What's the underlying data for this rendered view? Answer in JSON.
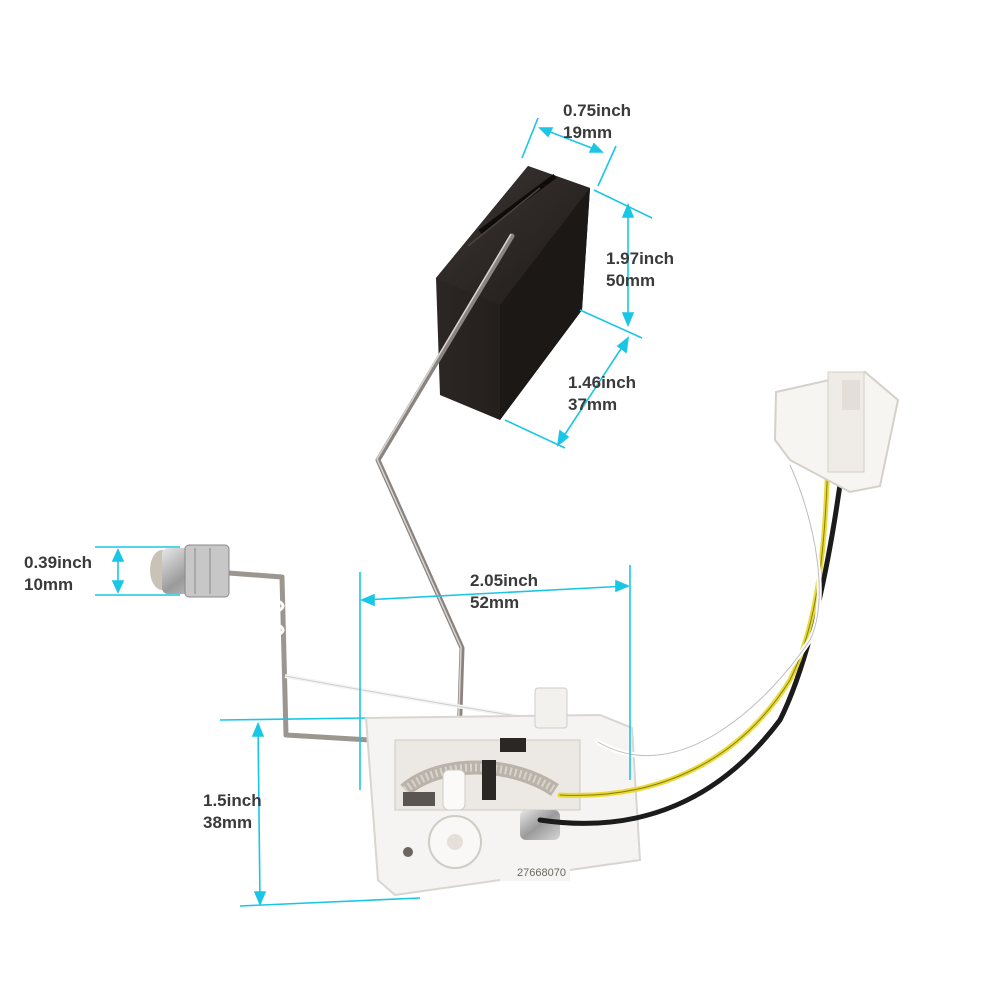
{
  "colors": {
    "dimension_line": "#19c6e6",
    "label_text": "#3a3a3a",
    "float": "#2a2522",
    "housing": "#f6f4f2"
  },
  "dimensions": {
    "float_width": {
      "inch": "0.75inch",
      "mm": "19mm"
    },
    "float_height": {
      "inch": "1.97inch",
      "mm": "50mm"
    },
    "float_depth": {
      "inch": "1.46inch",
      "mm": "37mm"
    },
    "bulb_diameter": {
      "inch": "0.39inch",
      "mm": "10mm"
    },
    "base_width": {
      "inch": "2.05inch",
      "mm": "52mm"
    },
    "base_height": {
      "inch": "1.5inch",
      "mm": "38mm"
    }
  },
  "part_number": "27668070"
}
